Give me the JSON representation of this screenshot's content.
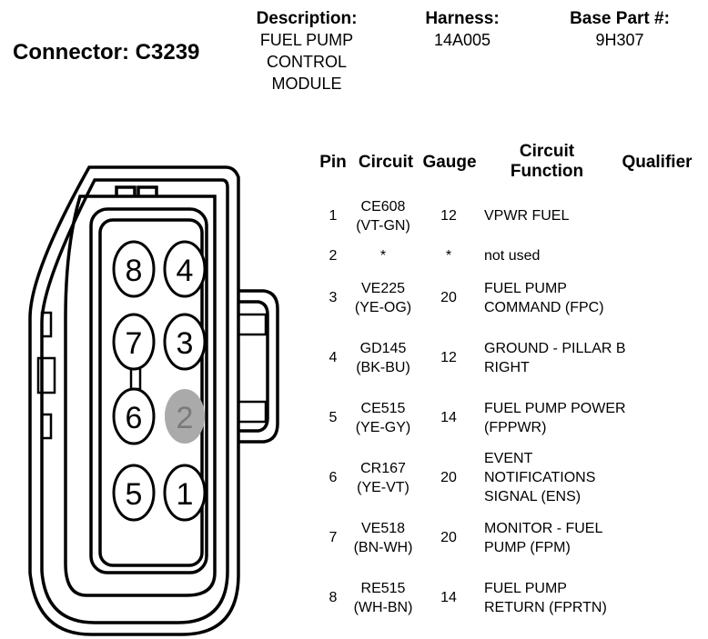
{
  "connector_title": "Connector: C3239",
  "description": {
    "label": "Description:",
    "value": "FUEL PUMP CONTROL MODULE"
  },
  "harness": {
    "label": "Harness:",
    "value": "14A005"
  },
  "base_part": {
    "label": "Base Part #:",
    "value": "9H307"
  },
  "table": {
    "headers": {
      "pin": "Pin",
      "circuit": "Circuit",
      "gauge": "Gauge",
      "function": "Circuit Function",
      "qualifier": "Qualifier"
    },
    "rows": [
      {
        "pin": "1",
        "circuit": "CE608 (VT-GN)",
        "gauge": "12",
        "function": "VPWR FUEL",
        "qualifier": ""
      },
      {
        "pin": "2",
        "circuit": "*",
        "gauge": "*",
        "function": "not used",
        "qualifier": ""
      },
      {
        "pin": "3",
        "circuit": "VE225 (YE-OG)",
        "gauge": "20",
        "function": "FUEL PUMP COMMAND (FPC)",
        "qualifier": ""
      },
      {
        "pin": "4",
        "circuit": "GD145 (BK-BU)",
        "gauge": "12",
        "function": "GROUND - PILLAR B RIGHT",
        "qualifier": ""
      },
      {
        "pin": "5",
        "circuit": "CE515 (YE-GY)",
        "gauge": "14",
        "function": "FUEL PUMP POWER (FPPWR)",
        "qualifier": ""
      },
      {
        "pin": "6",
        "circuit": "CR167 (YE-VT)",
        "gauge": "20",
        "function": "EVENT NOTIFICATIONS SIGNAL (ENS)",
        "qualifier": ""
      },
      {
        "pin": "7",
        "circuit": "VE518 (BN-WH)",
        "gauge": "20",
        "function": "MONITOR - FUEL PUMP (FPM)",
        "qualifier": ""
      },
      {
        "pin": "8",
        "circuit": "RE515 (WH-BN)",
        "gauge": "14",
        "function": "FUEL PUMP RETURN (FPRTN)",
        "qualifier": ""
      }
    ]
  },
  "diagram": {
    "pins": [
      "8",
      "4",
      "7",
      "3",
      "6",
      "2",
      "5",
      "1"
    ],
    "unused_pin": "2",
    "unused_fill": "#aaaaaa"
  }
}
